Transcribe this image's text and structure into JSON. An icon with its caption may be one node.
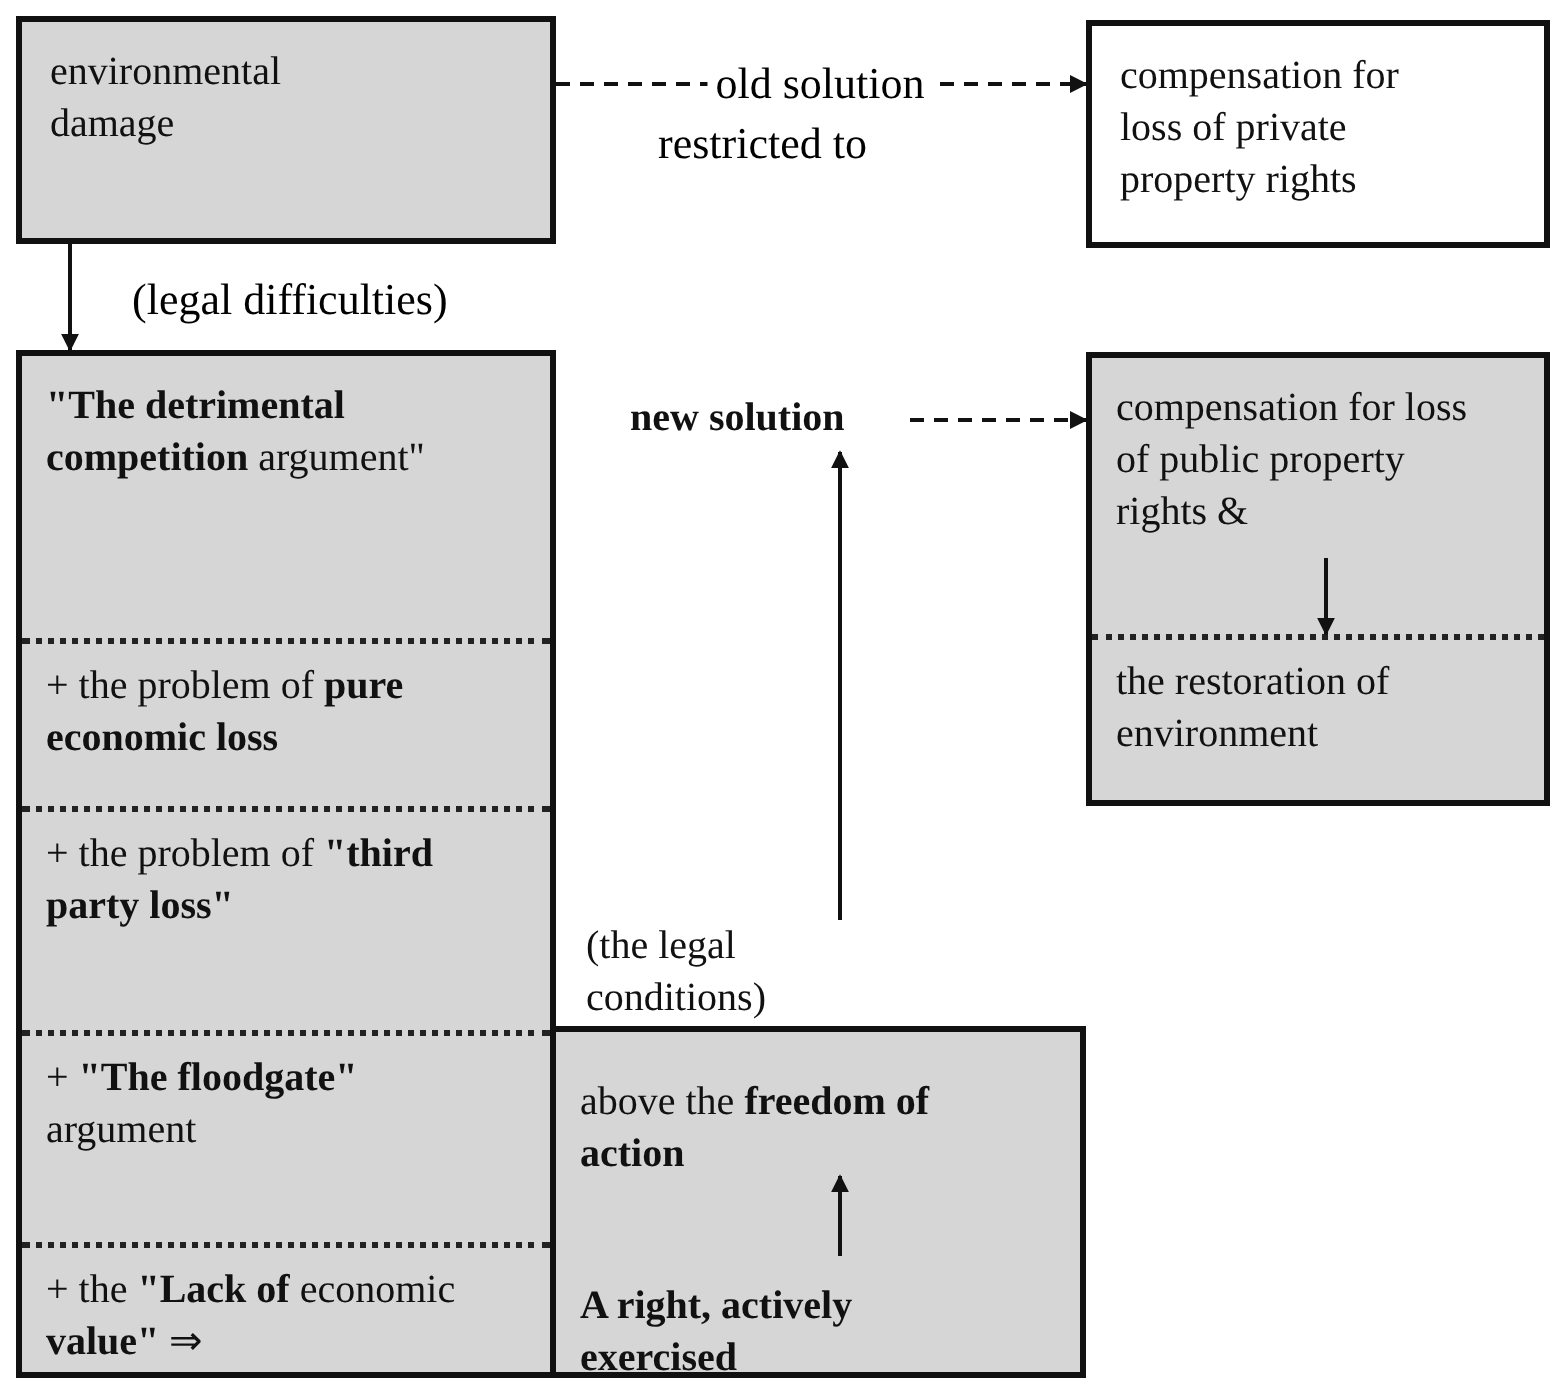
{
  "diagram": {
    "nodes": [
      {
        "text": [
          "environmental damage"
        ]
      },
      {
        "text": [
          "compensation for loss of private property rights"
        ]
      },
      {
        "text": [],
        "shape": "box"
      },
      {
        "text": [
          "**\"The detrimental competition** argument\""
        ],
        "in": 2
      },
      {
        "text": [
          "+ the problem of **pure economic loss**"
        ],
        "in": 2
      },
      {
        "text": [
          "+ the problem of **\"third party loss\"**"
        ],
        "in": 2
      },
      {
        "text": [
          "+ **\"The floodgate\"** argument"
        ],
        "in": 2
      },
      {
        "text": [
          "+ the **\"Lack of** economic **value\"** ⇒"
        ],
        "in": 2
      },
      {
        "text": [],
        "shape": "box"
      },
      {
        "text": [
          "above the **freedom of action**"
        ],
        "in": 8
      },
      {
        "text": [
          "A right, actively exercised"
        ],
        "in": 8
      },
      {
        "text": [],
        "shape": "box"
      },
      {
        "text": [
          "compensation for loss of public property rights &"
        ],
        "in": 11
      },
      {
        "text": [
          "the restoration of environment"
        ],
        "in": 11
      },
      {
        "text": [
          "new solution"
        ]
      },
      {
        "text": [
          "(the legal conditions)"
        ]
      }
    ],
    "edges": [
      {
        "from": 0,
        "to": 1,
        "arrow": "to",
        "style": "dashed",
        "label": "old solution"
      },
      {
        "from": 0,
        "to": 2,
        "arrow": "to",
        "label": "(legal difficulties)"
      },
      {
        "from": 14,
        "to": 11,
        "arrow": "to",
        "style": "dashed"
      },
      {
        "from": 15,
        "to": 14,
        "arrow": "to"
      },
      {
        "from": 10,
        "to": 9,
        "arrow": "to"
      },
      {
        "from": 12,
        "to": 13,
        "arrow": "to"
      }
    ],
    "labels": [
      "restricted to"
    ]
  }
}
